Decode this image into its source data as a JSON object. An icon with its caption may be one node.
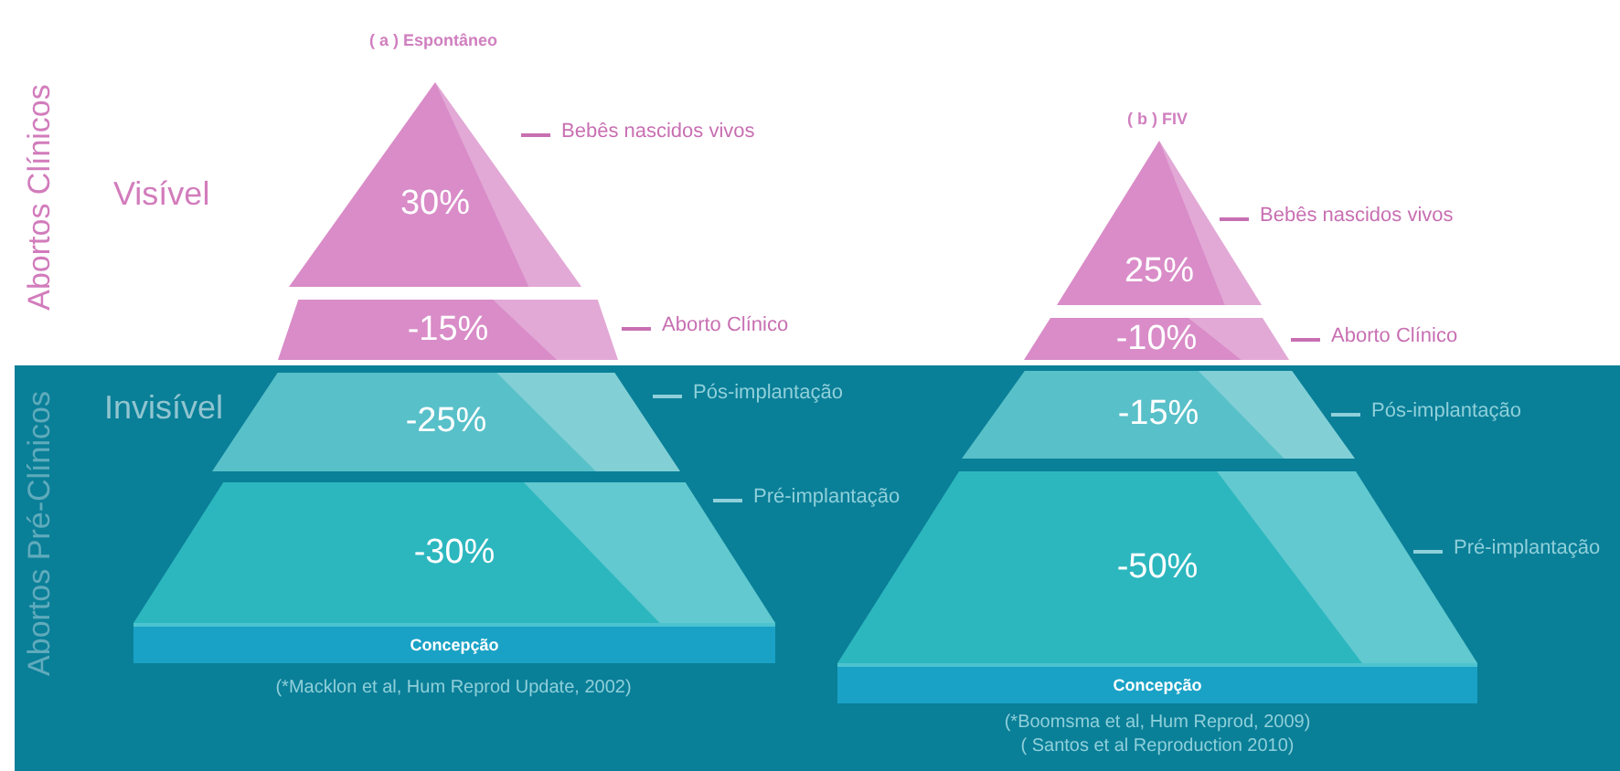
{
  "diagram": {
    "nodes": [
      {
        "text": [
          "Abortos Pré-Clínicos",
          "Invisível"
        ]
      },
      {
        "text": [
          "30%"
        ],
        "beside": [
          "Bebês nascidos vivos"
        ]
      },
      {
        "text": [
          "-15%"
        ],
        "beside": [
          "Aborto Clínico"
        ]
      },
      {
        "text": [
          "-25%"
        ],
        "beside": [
          "Pós-implantação"
        ],
        "in": 0
      },
      {
        "text": [
          "-30%"
        ],
        "beside": [
          "Pré-implantação"
        ],
        "in": 0
      },
      {
        "text": [
          "Concepção"
        ],
        "in": 0
      },
      {
        "text": [
          "25%"
        ],
        "beside": [
          "Bebês nascidos vivos"
        ]
      },
      {
        "text": [
          "-10%"
        ],
        "beside": [
          "Aborto Clínico"
        ]
      },
      {
        "text": [
          "-15%"
        ],
        "beside": [
          "Pós-implantação"
        ],
        "in": 0
      },
      {
        "text": [
          "-50%"
        ],
        "beside": [
          "Pré-implantação"
        ],
        "in": 0
      },
      {
        "text": [
          "Concepção"
        ],
        "in": 0
      }
    ],
    "labels": [
      "( a ) Espontâneo",
      "( b ) FIV",
      "Abortos Clínicos",
      "Visível",
      "(*Macklon et al, Hum Reprod Update, 2002)",
      "(*Boomsma et al, Hum Reprod, 2009)",
      "( Santos et al Reproduction 2010)"
    ]
  }
}
